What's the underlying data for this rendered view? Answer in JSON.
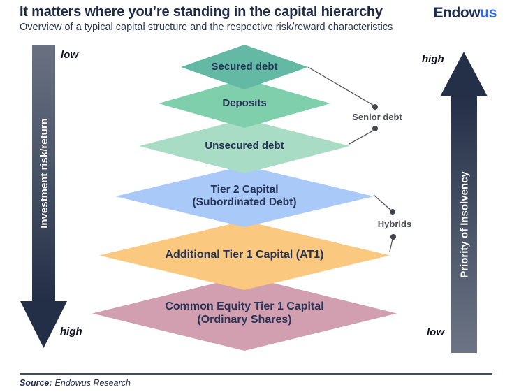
{
  "header": {
    "title": "It matters where you’re standing in the capital hierarchy",
    "subtitle": "Overview of a typical capital structure and the respective risk/reward characteristics",
    "logo_part1": "Endow",
    "logo_part2": "us"
  },
  "left_axis": {
    "label": "Investment risk/return",
    "top_label": "low",
    "bottom_label": "high",
    "direction": "down"
  },
  "right_axis": {
    "label": "Priority of Insolvency",
    "top_label": "high",
    "bottom_label": "low",
    "direction": "up"
  },
  "layers": [
    {
      "label": "Secured debt",
      "label2": "",
      "color": "#63b9a3"
    },
    {
      "label": "Deposits",
      "label2": "",
      "color": "#7fceac"
    },
    {
      "label": "Unsecured debt",
      "label2": "",
      "color": "#a9dcc4"
    },
    {
      "label": "Tier 2 Capital",
      "label2": "(Subordinated Debt)",
      "color": "#a9c9f8"
    },
    {
      "label": "Additional Tier 1 Capital (AT1)",
      "label2": "",
      "color": "#fac87e"
    },
    {
      "label": "Common Equity Tier 1 Capital",
      "label2": "(Ordinary Shares)",
      "color": "#d29fb0"
    }
  ],
  "annotations": {
    "senior_debt": "Senior debt",
    "hybrids": "Hybrids"
  },
  "footer": {
    "source_label": "Source:",
    "source_text": "Endowus Research"
  },
  "colors": {
    "arrow_dark": "#232e47",
    "arrow_light": "#6b7384",
    "diamond_text": "#263557",
    "annotation_text": "#4d5058",
    "logo_blue": "#2f6bf0",
    "title_navy": "#1c2a44"
  }
}
